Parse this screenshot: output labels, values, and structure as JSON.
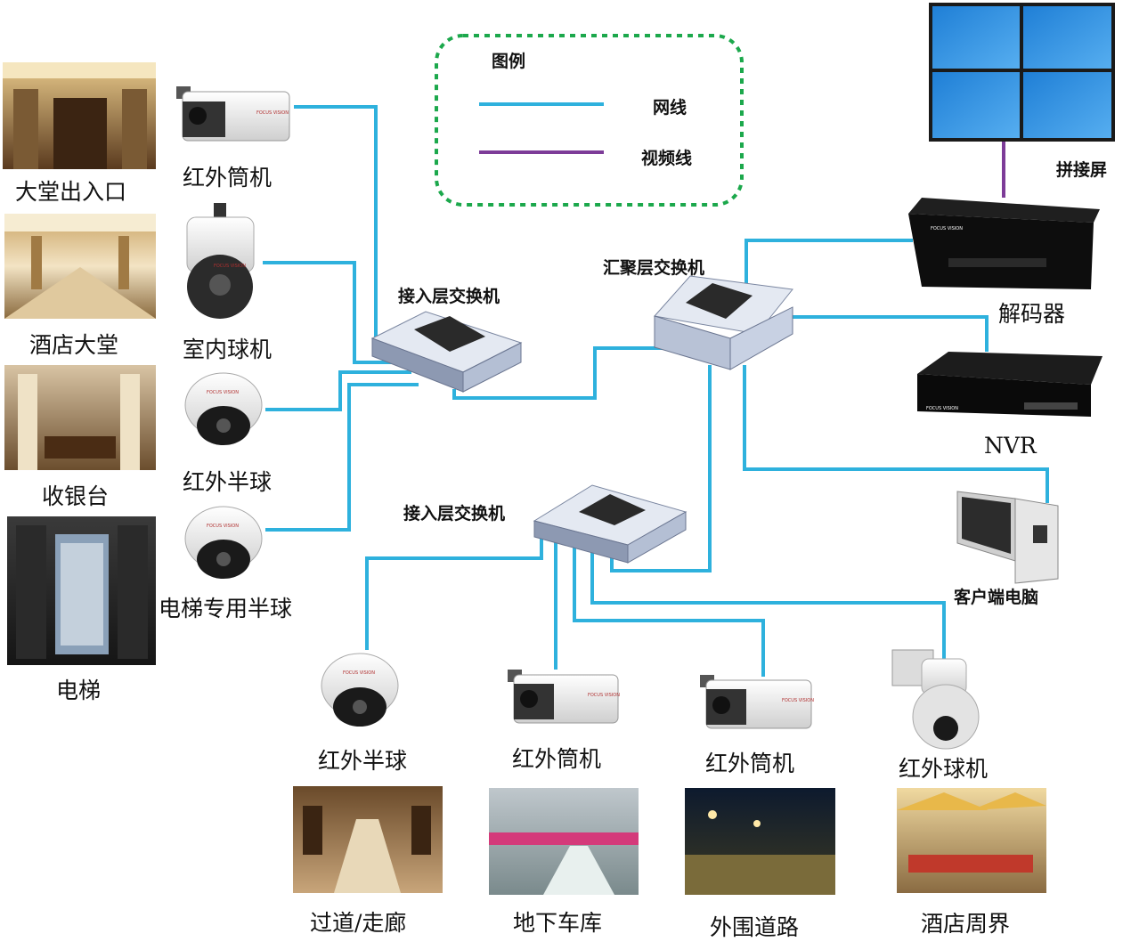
{
  "legend": {
    "title": "图例",
    "network_line_label": "网线",
    "video_line_label": "视频线",
    "network_line_color": "#2eb1dd",
    "video_line_color": "#7d3c98",
    "border_color": "#1ca84c"
  },
  "locations_left": [
    "大堂出入口",
    "酒店大堂",
    "收银台",
    "电梯"
  ],
  "cameras_left": [
    "红外筒机",
    "室内球机",
    "红外半球",
    "电梯专用半球"
  ],
  "switches": {
    "access_top": "接入层交换机",
    "access_bottom": "接入层交换机",
    "aggregation": "汇聚层交换机"
  },
  "devices": {
    "video_wall": "拼接屏",
    "decoder": "解码器",
    "nvr": "NVR",
    "client_pc": "客户端电脑",
    "camera_brand": "FOCUS VISION"
  },
  "cameras_bottom": [
    "红外半球",
    "红外筒机",
    "红外筒机",
    "红外球机"
  ],
  "locations_bottom": [
    "过道/走廊",
    "地下车库",
    "外围道路",
    "酒店周界"
  ]
}
